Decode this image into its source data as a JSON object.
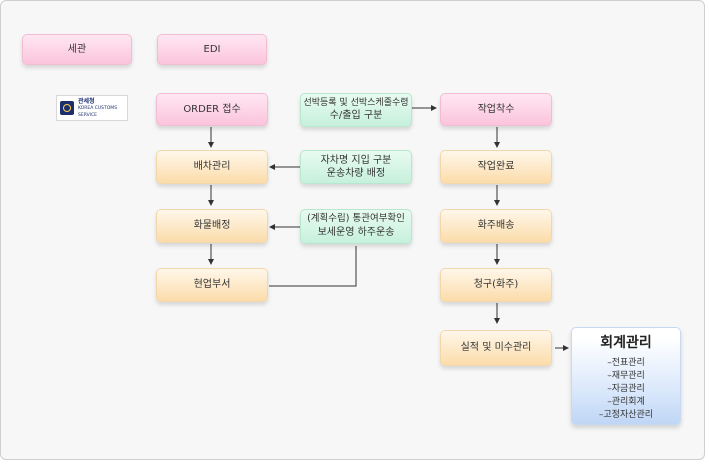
{
  "customs_label": "세관",
  "edi_label": "EDI",
  "logo": {
    "korean": "관세청",
    "english_line1": "KOREA CUSTOMS",
    "english_line2": "SERVICE"
  },
  "left_column": [
    "ORDER 접수",
    "배차관리",
    "화물배정",
    "현업부서"
  ],
  "middle_column": [
    {
      "line1": "선박등록 및 선박스케줄수령",
      "line2": "수/출입 구분"
    },
    {
      "line1": "자차명 지입 구분",
      "line2": "운송차량 배정"
    },
    {
      "line1": "(계획수립) 통관여부확인",
      "line2": "보세운영 하주운송"
    }
  ],
  "right_column": [
    "작업착수",
    "작업완료",
    "화주배송",
    "청구(화주)",
    "실적 및 미수관리"
  ],
  "accounting": {
    "title": "회계관리",
    "items": [
      "–전표관리",
      "–재무관리",
      "–자금관리",
      "–관리회계",
      "–고정자산관리"
    ]
  },
  "colors": {
    "pink": "#fbc4dc",
    "orange": "#fbdcaa",
    "green": "#c6f0dc",
    "blue": "#bfd6f5"
  }
}
